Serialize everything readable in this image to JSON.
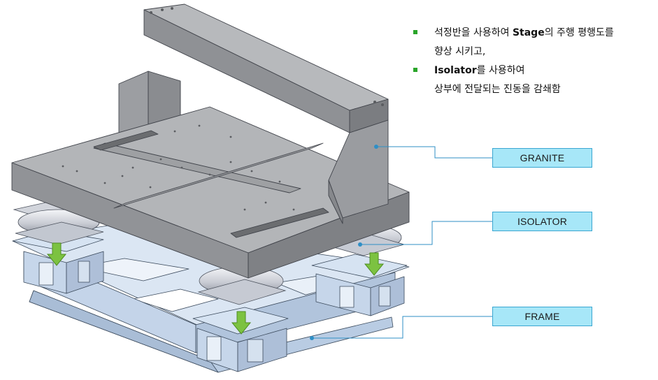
{
  "bullets": {
    "item1_line1_pre": "석정반을 사용하여 ",
    "item1_line1_bold": "Stage",
    "item1_line1_post": "의 주행 평행도를",
    "item1_line2": "향상 시키고,",
    "item2_line1_bold": "Isolator",
    "item2_line1_post": "를 사용하여",
    "item2_line2": "상부에 전달되는 진동을 감쇄함"
  },
  "callouts": {
    "granite": "GRANITE",
    "isolator": "ISOLATOR",
    "frame": "FRAME"
  },
  "colors": {
    "bullet": "#2aa52a",
    "callout_fill": "#a7e7f8",
    "callout_border": "#3aa6d1",
    "leader_line": "#2f8fc6",
    "granite": "#a3a5a8",
    "frame": "#c3d3e8",
    "arrow": "#7cc241"
  }
}
